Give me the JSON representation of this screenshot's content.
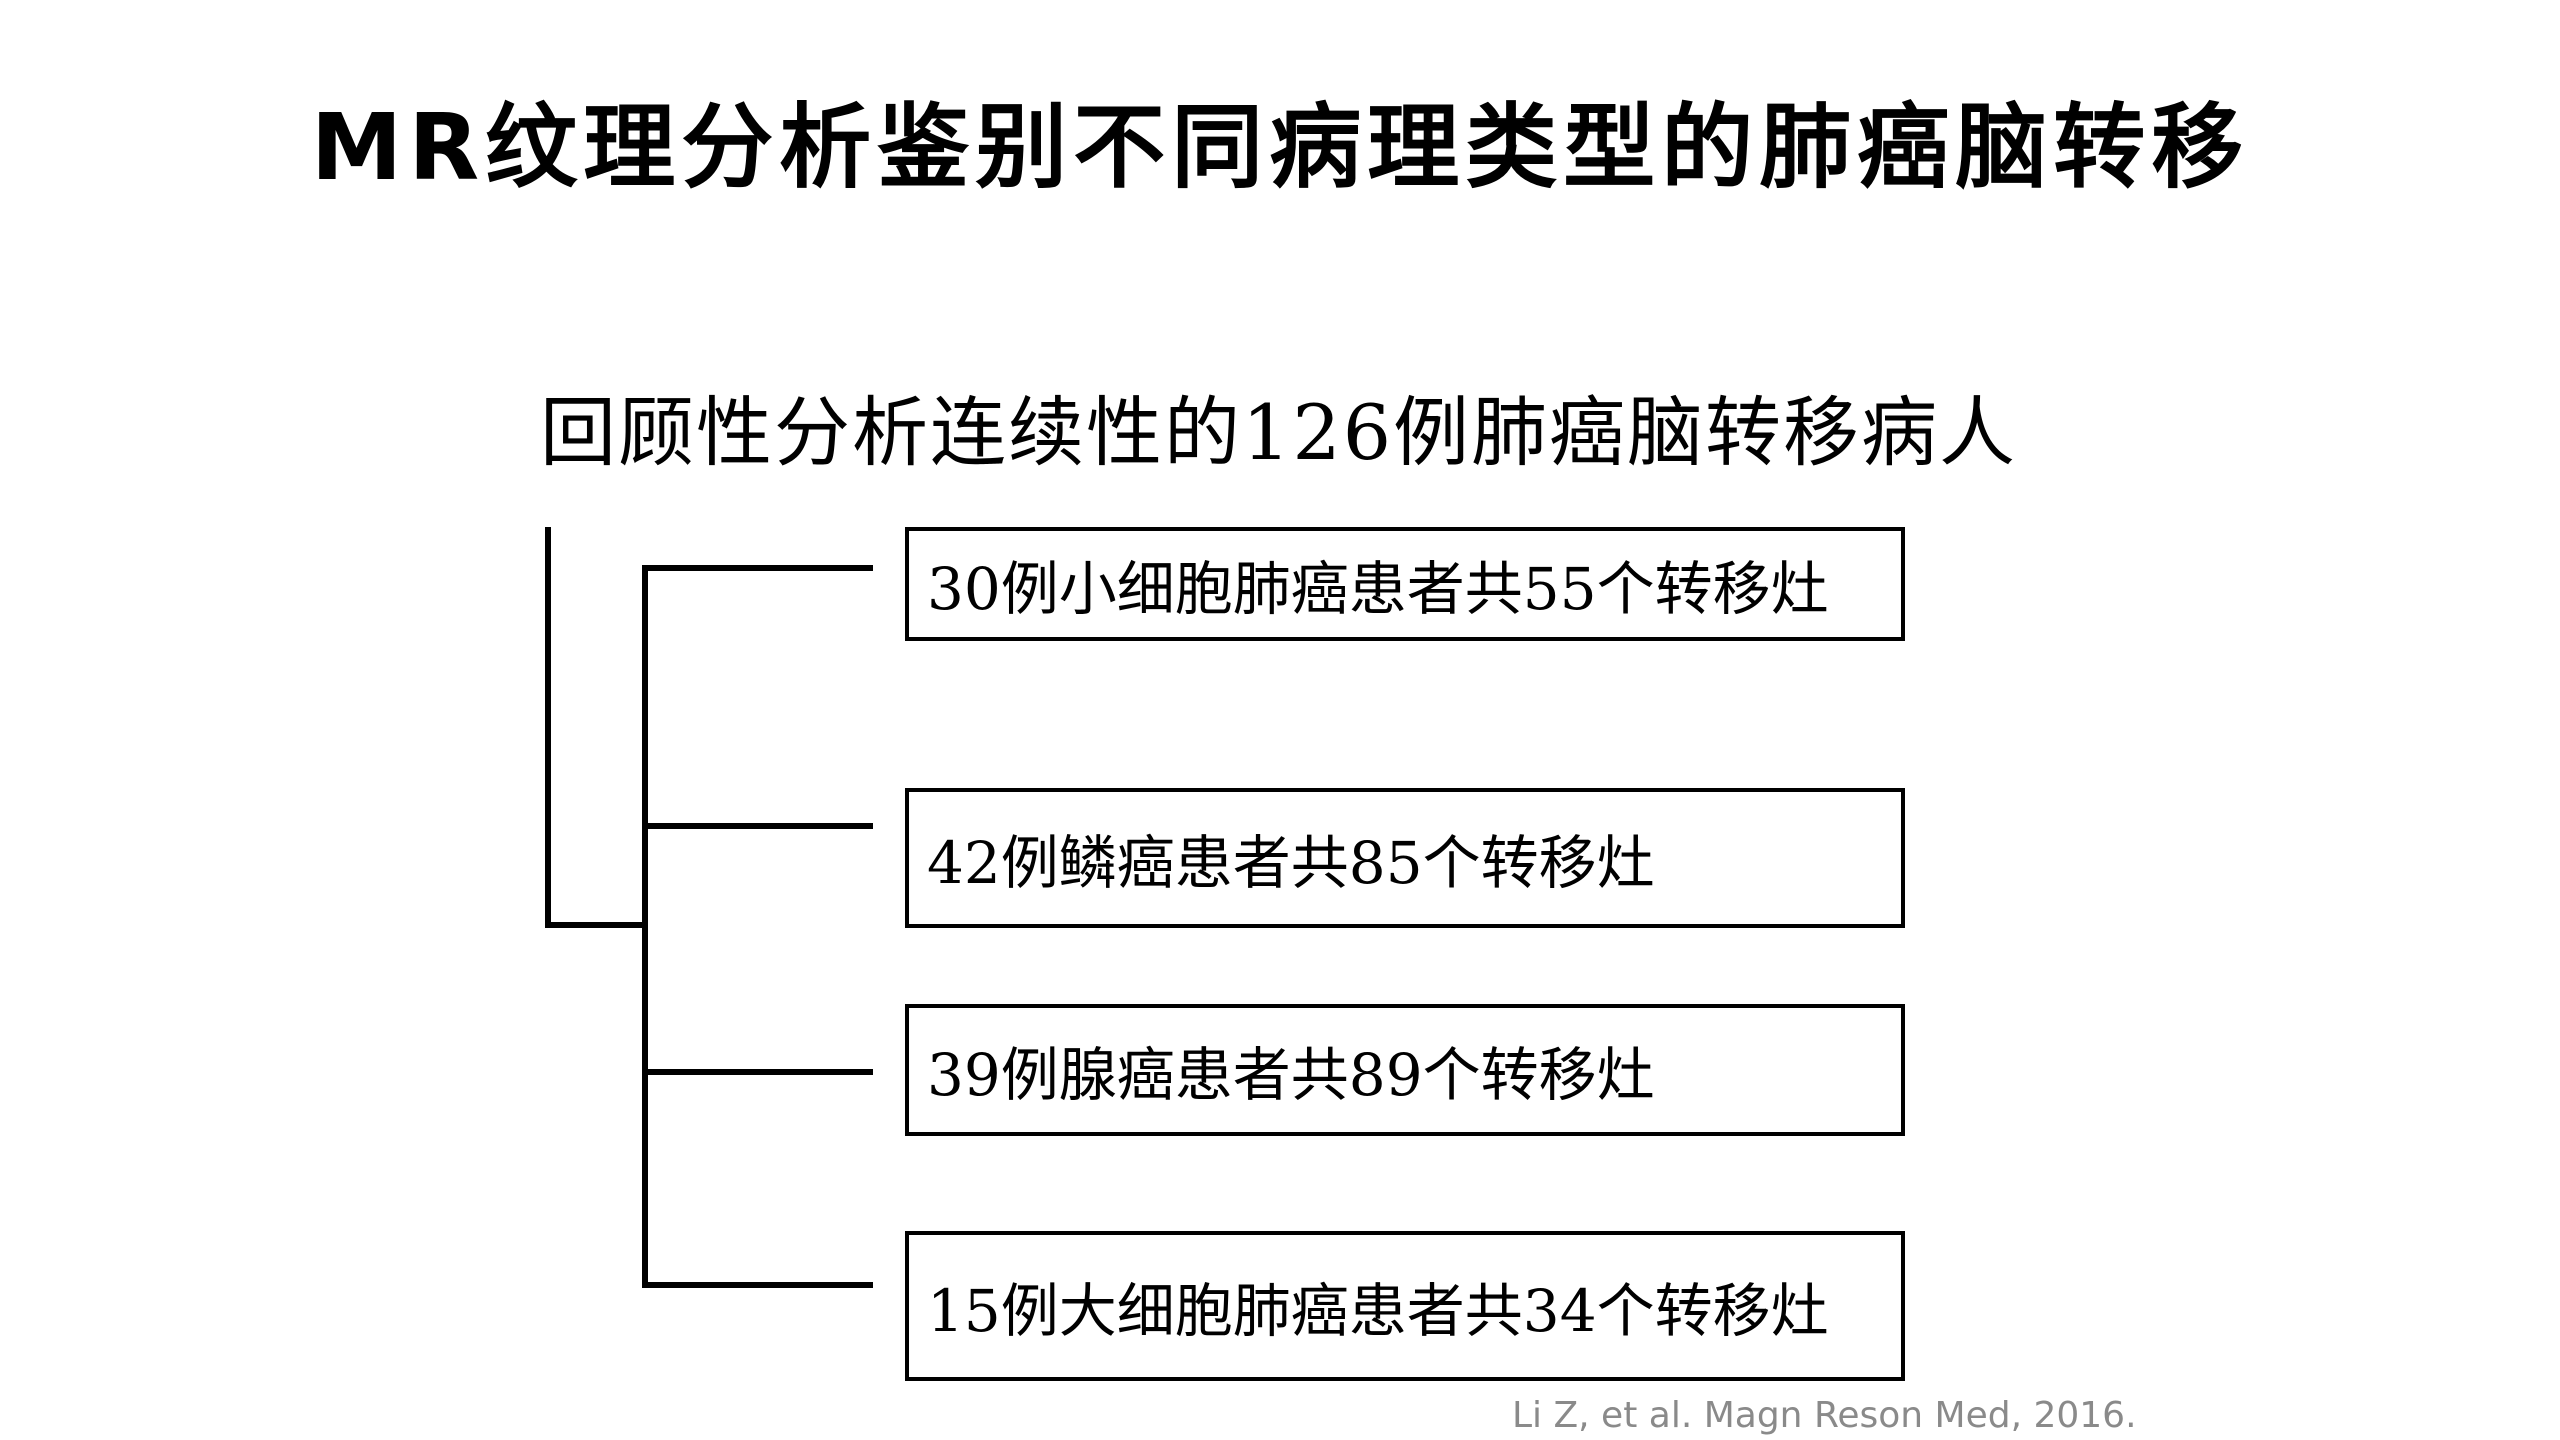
{
  "slide": {
    "title": "MR纹理分析鉴别不同病理类型的肺癌脑转移",
    "subtitle": "回顾性分析连续性的126例肺癌脑转移病人",
    "groups": [
      {
        "label": "30例小细胞肺癌患者共55个转移灶"
      },
      {
        "label": "42例鳞癌患者共85个转移灶"
      },
      {
        "label": "39例腺癌患者共89个转移灶"
      },
      {
        "label": "15例大细胞肺癌患者共34个转移灶"
      }
    ],
    "citation": "Li Z, et al. Magn Reson Med, 2016."
  },
  "colors": {
    "text": "#000000",
    "citation": "#8a8a8a",
    "background": "#ffffff"
  }
}
